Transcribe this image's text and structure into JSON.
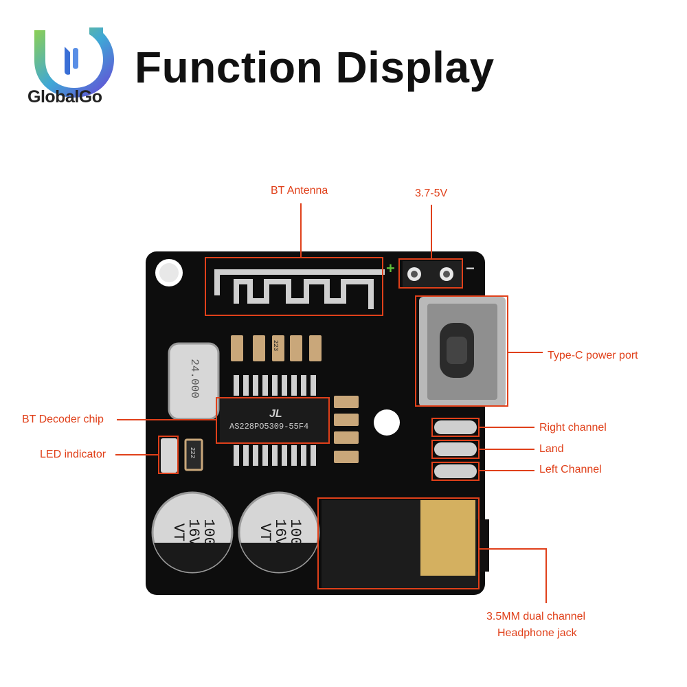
{
  "brand": {
    "name": "GlobalGo"
  },
  "title": "Function Display",
  "labels": {
    "bt_antenna": "BT Antenna",
    "voltage": "3.7-5V",
    "type_c": "Type-C power port",
    "decoder": "BT Decoder chip",
    "led": "LED indicator",
    "right_channel": "Right channel",
    "land": "Land",
    "left_channel": "Left Channel",
    "jack_line1": "3.5MM dual channel",
    "jack_line2": "Headphone jack"
  },
  "board": {
    "crystal": "24.000",
    "chip_brand": "JL",
    "chip_code": "AS228PO5309-55F4",
    "resistor_223": "223",
    "resistor_222": "222",
    "cap_value": "100",
    "cap_voltage": "16V",
    "cap_brand": "VT",
    "plus": "+",
    "minus": "−"
  },
  "colors": {
    "accent": "#e0401a",
    "board": "#111111",
    "logo_blue": "#3a6fd6",
    "logo_green": "#5fbf3a"
  }
}
